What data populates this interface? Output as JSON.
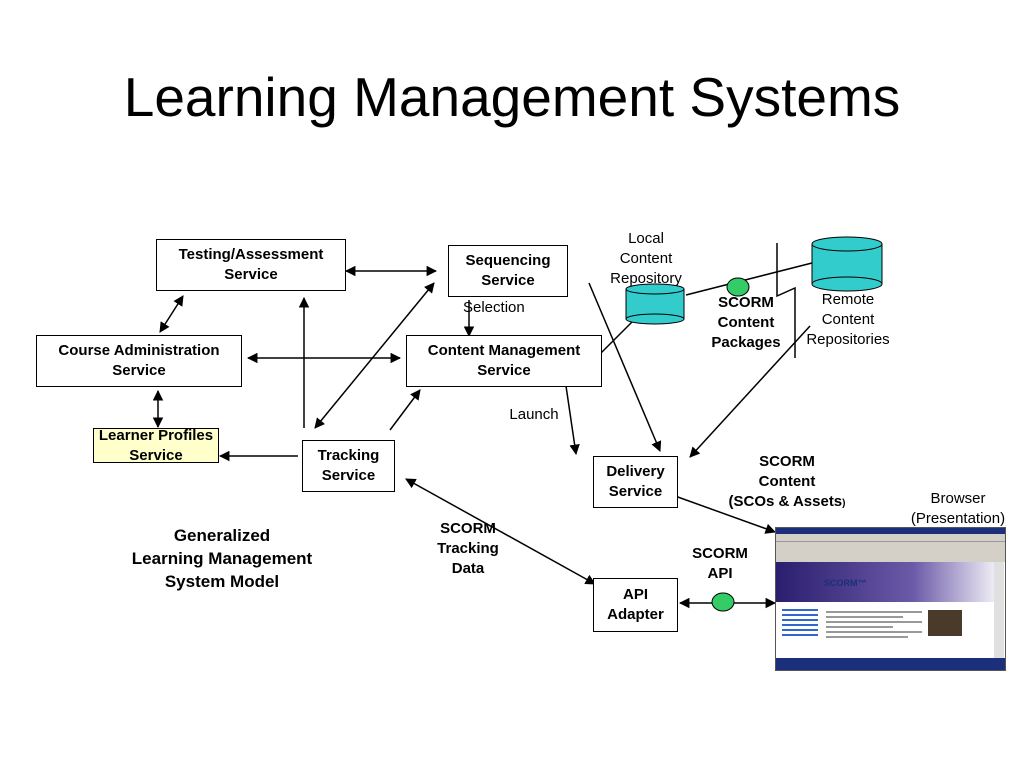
{
  "title": "Learning Management Systems",
  "boxes": {
    "testing": "Testing/Assessment\nService",
    "sequencing": "Sequencing\nService",
    "course_admin": "Course Administration\nService",
    "content_mgmt": "Content Management\nService",
    "learner_profiles": "Learner Profiles\nService",
    "tracking": "Tracking\nService",
    "delivery": "Delivery\nService",
    "api_adapter": "API\nAdapter"
  },
  "labels": {
    "local_repo": "Local\nContent\nRepository",
    "remote_repo": "Remote\nContent\nRepositories",
    "scorm_packages": "SCORM\nContent\nPackages",
    "selection": "Selection",
    "launch": "Launch",
    "scorm_content": "SCORM\nContent\n(SCOs & Assets",
    "scorm_content_paren": ")",
    "browser": "Browser\n(Presentation)",
    "scorm_tracking": "SCORM\nTracking\nData",
    "scorm_api": "SCORM\nAPI",
    "model": "Generalized\nLearning Management\nSystem Model"
  },
  "colors": {
    "repository": "#33cccc",
    "connector": "#33cc66",
    "learner_box": "#ffffcc",
    "browser_bar": "#1b2f7a"
  },
  "browser_screenshot": {
    "heading": "SCORM™"
  }
}
